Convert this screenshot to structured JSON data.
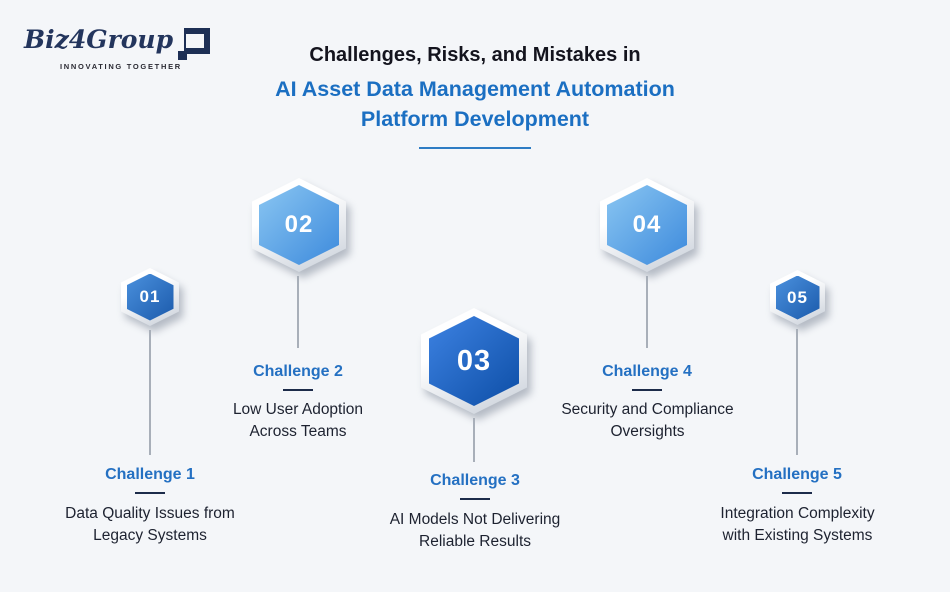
{
  "logo": {
    "brand": "Biz4Group",
    "tagline": "INNOVATING TOGETHER"
  },
  "title": {
    "line1": "Challenges, Risks, and Mistakes in",
    "line2": "AI Asset Data Management Automation",
    "line3": "Platform Development"
  },
  "colors": {
    "background": "#f4f6f9",
    "title_accent_blue": "#1b6fc2",
    "label_blue": "#2470c2",
    "dark_text": "#1d2230",
    "hex_dark_blue": "#0d4ea6",
    "hex_mid_blue": "#1b5aab",
    "hex_light_blue": "#8ac6f2",
    "connector_gray": "#a8afb9",
    "logo_navy": "#23355d"
  },
  "challenges": [
    {
      "number": "01",
      "label": "Challenge 1",
      "text": "Data Quality Issues from Legacy Systems"
    },
    {
      "number": "02",
      "label": "Challenge 2",
      "text": "Low User Adoption Across Teams"
    },
    {
      "number": "03",
      "label": "Challenge 3",
      "text": "AI Models Not Delivering Reliable Results"
    },
    {
      "number": "04",
      "label": "Challenge 4",
      "text": "Security and Compliance Oversights"
    },
    {
      "number": "05",
      "label": "Challenge 5",
      "text": "Integration Complexity with Existing Systems"
    }
  ]
}
